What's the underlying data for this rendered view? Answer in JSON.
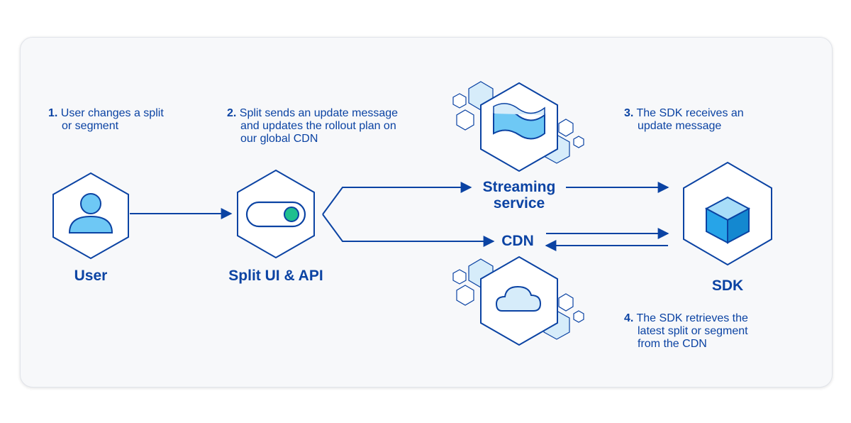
{
  "steps": [
    {
      "num": "1.",
      "text": "User changes a split",
      "text2": "or segment"
    },
    {
      "num": "2.",
      "text": "Split sends an update message",
      "text2": "and updates the rollout plan on",
      "text3": "our global CDN"
    },
    {
      "num": "3.",
      "text": "The SDK receives an",
      "text2": "update message"
    },
    {
      "num": "4.",
      "text": "The SDK retrieves the",
      "text2": "latest split or segment",
      "text3": "from the CDN"
    }
  ],
  "nodes": {
    "user": "User",
    "split": "Split UI & API",
    "streaming_line1": "Streaming",
    "streaming_line2": "service",
    "cdn": "CDN",
    "sdk": "SDK"
  },
  "colors": {
    "primary": "#0b43a3",
    "light_blue": "#6ec8f5",
    "pale_blue": "#d6ecfa",
    "toggle_green": "#1fbf8f",
    "cube_blue": "#27a4e8"
  },
  "icons": [
    "user-icon",
    "toggle-icon",
    "wave-icon",
    "cloud-icon",
    "cube-icon"
  ]
}
